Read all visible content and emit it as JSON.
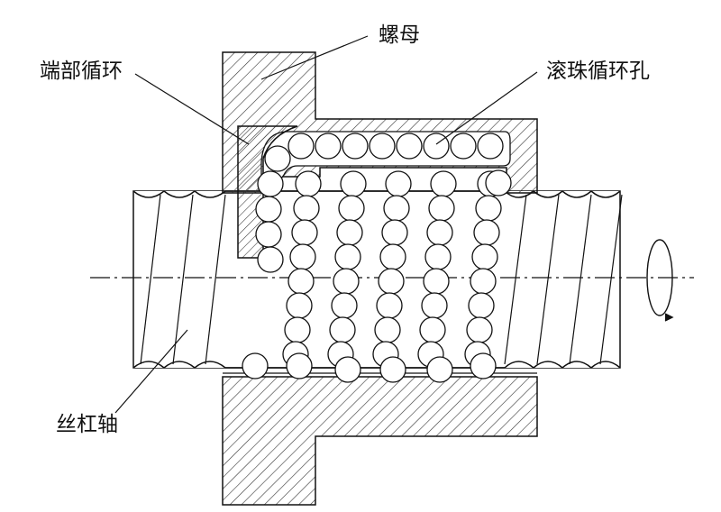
{
  "diagram": {
    "labels": {
      "nut": "螺母",
      "end_circulation": "端部循环",
      "ball_return_hole": "滚珠循环孔",
      "screw_shaft": "丝杠轴"
    },
    "colors": {
      "line": "#111111",
      "hatch": "#333333",
      "background": "#ffffff"
    }
  }
}
